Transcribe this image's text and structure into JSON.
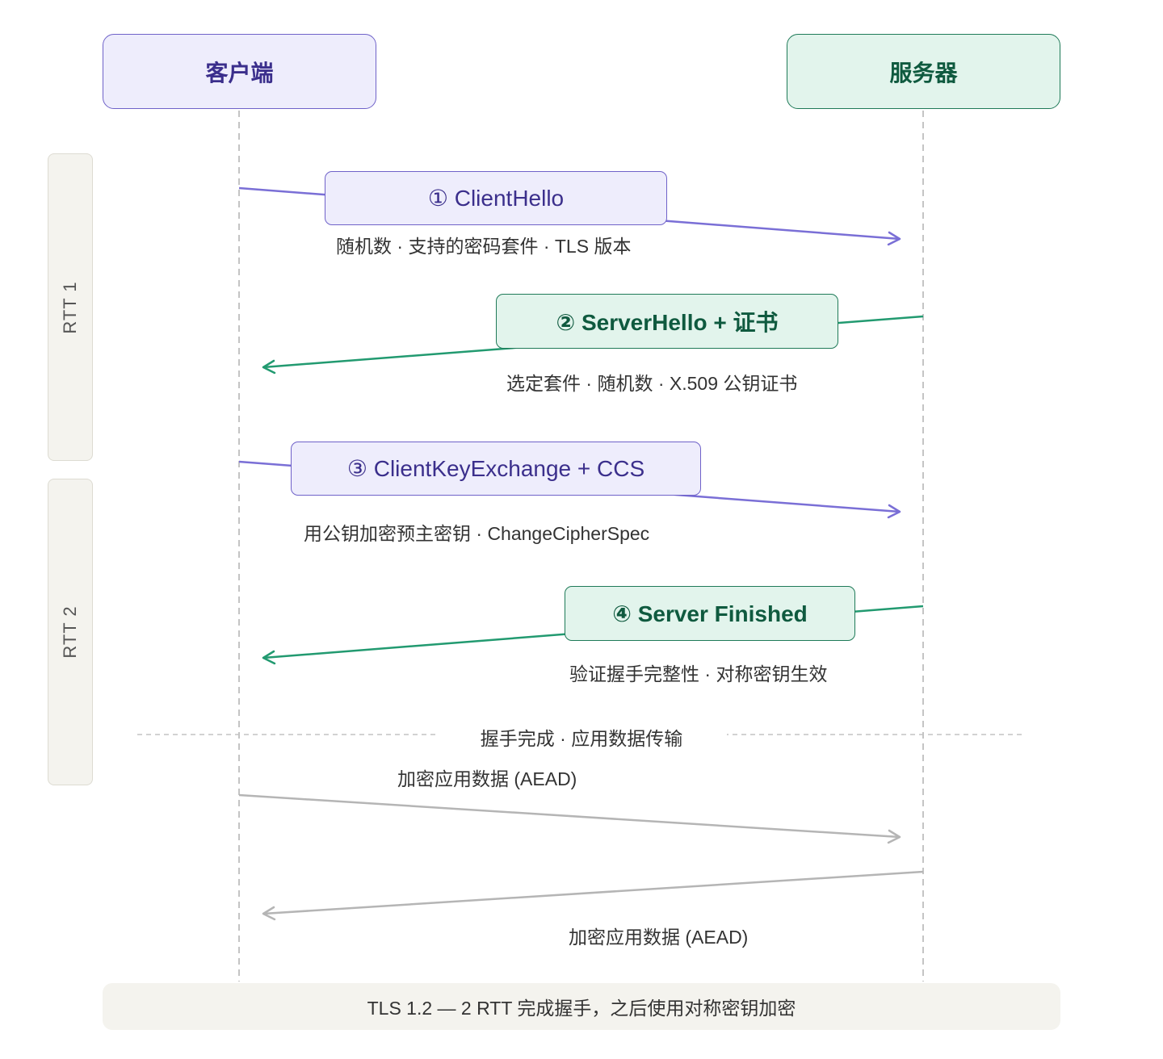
{
  "actors": {
    "client": "客户端",
    "server": "服务器"
  },
  "rtt": {
    "rtt1": "RTT 1",
    "rtt2": "RTT 2"
  },
  "messages": [
    {
      "label": "① ClientHello",
      "note": "随机数 · 支持的密码套件 · TLS 版本",
      "direction": "client-to-server",
      "color": "#7a6fd6"
    },
    {
      "label": "② ServerHello + 证书",
      "note": "选定套件 · 随机数 · X.509 公钥证书",
      "direction": "server-to-client",
      "color": "#229a70"
    },
    {
      "label": "③ ClientKeyExchange + CCS",
      "note": "用公钥加密预主密钥 · ChangeCipherSpec",
      "direction": "client-to-server",
      "color": "#7a6fd6"
    },
    {
      "label": "④ Server Finished",
      "note": "验证握手完整性 · 对称密钥生效",
      "direction": "server-to-client",
      "color": "#229a70"
    }
  ],
  "divider": "握手完成 · 应用数据传输",
  "app_data": [
    {
      "note": "加密应用数据 (AEAD)",
      "direction": "client-to-server",
      "color": "#b5b5b5"
    },
    {
      "note": "加密应用数据 (AEAD)",
      "direction": "server-to-client",
      "color": "#b5b5b5"
    }
  ],
  "footer": "TLS 1.2 — 2 RTT 完成握手，之后使用对称密钥加密"
}
